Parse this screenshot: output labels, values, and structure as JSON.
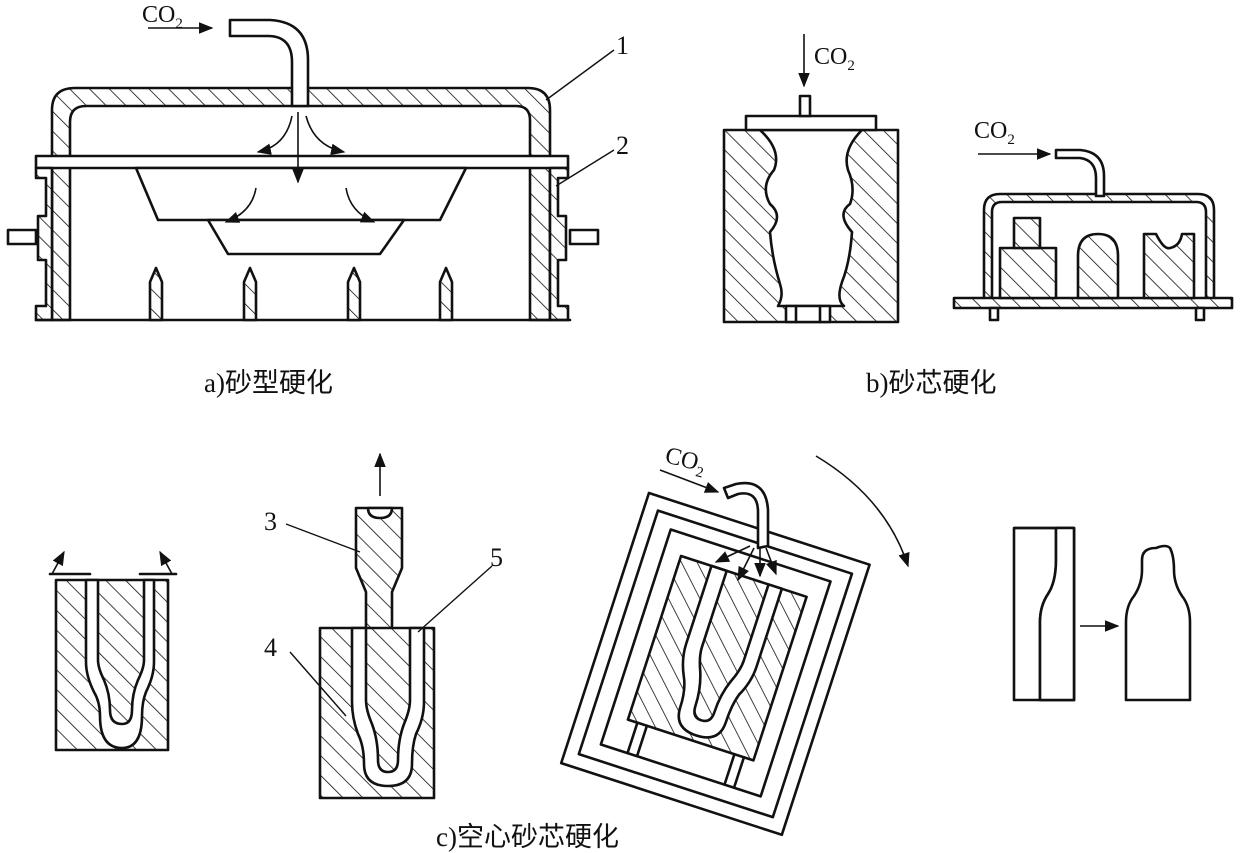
{
  "gas": {
    "label": "CO",
    "subscript": "2"
  },
  "captions": {
    "a": "a)砂型硬化",
    "b": "b)砂芯硬化",
    "c": "c)空心砂芯硬化"
  },
  "callouts": {
    "n1": "1",
    "n2": "2",
    "n3": "3",
    "n4": "4",
    "n5": "5"
  },
  "colors": {
    "ink": "#111111",
    "background": "#ffffff"
  }
}
